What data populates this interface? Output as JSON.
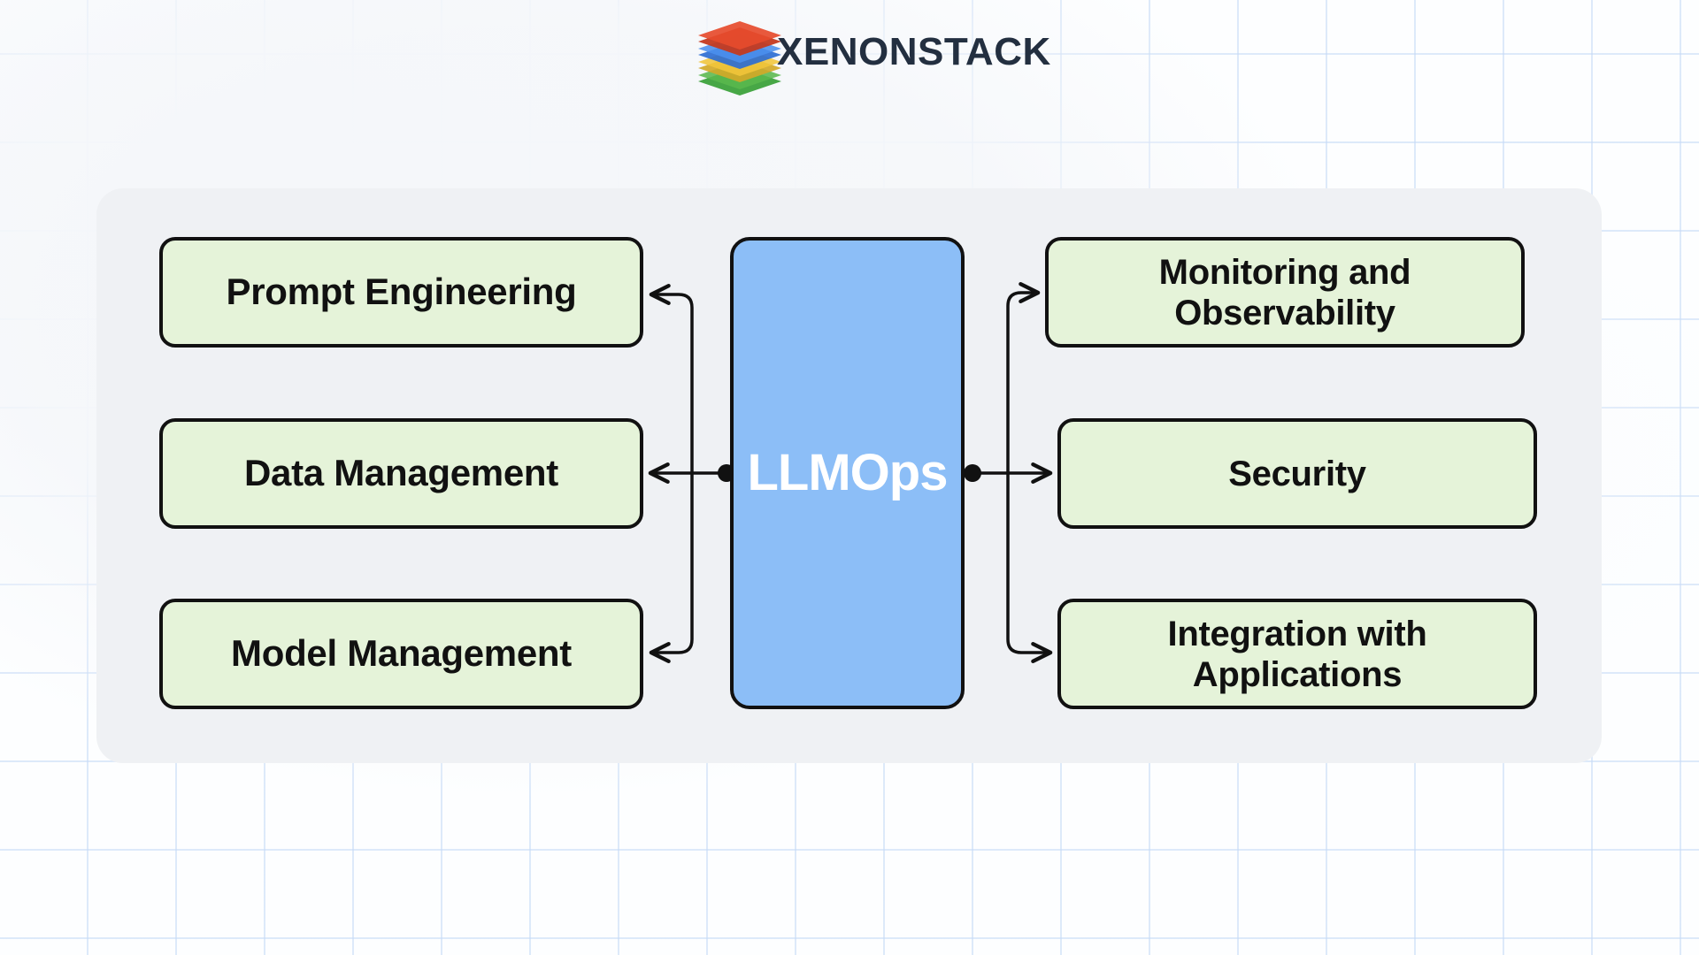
{
  "logo": {
    "brand": "XENONSTACK",
    "mark": "stacked-layers-icon",
    "layer_colors": [
      "#e64b2d",
      "#4b90ee",
      "#f1c53a",
      "#5ab84d"
    ]
  },
  "diagram": {
    "center": {
      "label": "LLMOps",
      "fill": "#8cbef7",
      "text_color": "#ffffff"
    },
    "left_nodes": [
      {
        "label": "Prompt Engineering"
      },
      {
        "label": "Data Management"
      },
      {
        "label": "Model Management"
      }
    ],
    "right_nodes": [
      {
        "label": "Monitoring and Observability"
      },
      {
        "label": "Security"
      },
      {
        "label": "Integration with Applications"
      }
    ],
    "node_fill": "#e5f3d9",
    "node_border": "#111111",
    "node_text_color": "#111111",
    "connector_color": "#111111",
    "panel_bg": "#eff1f4",
    "grid_line_color": "#c8dbf6",
    "brand_text_color": "#232f40"
  }
}
